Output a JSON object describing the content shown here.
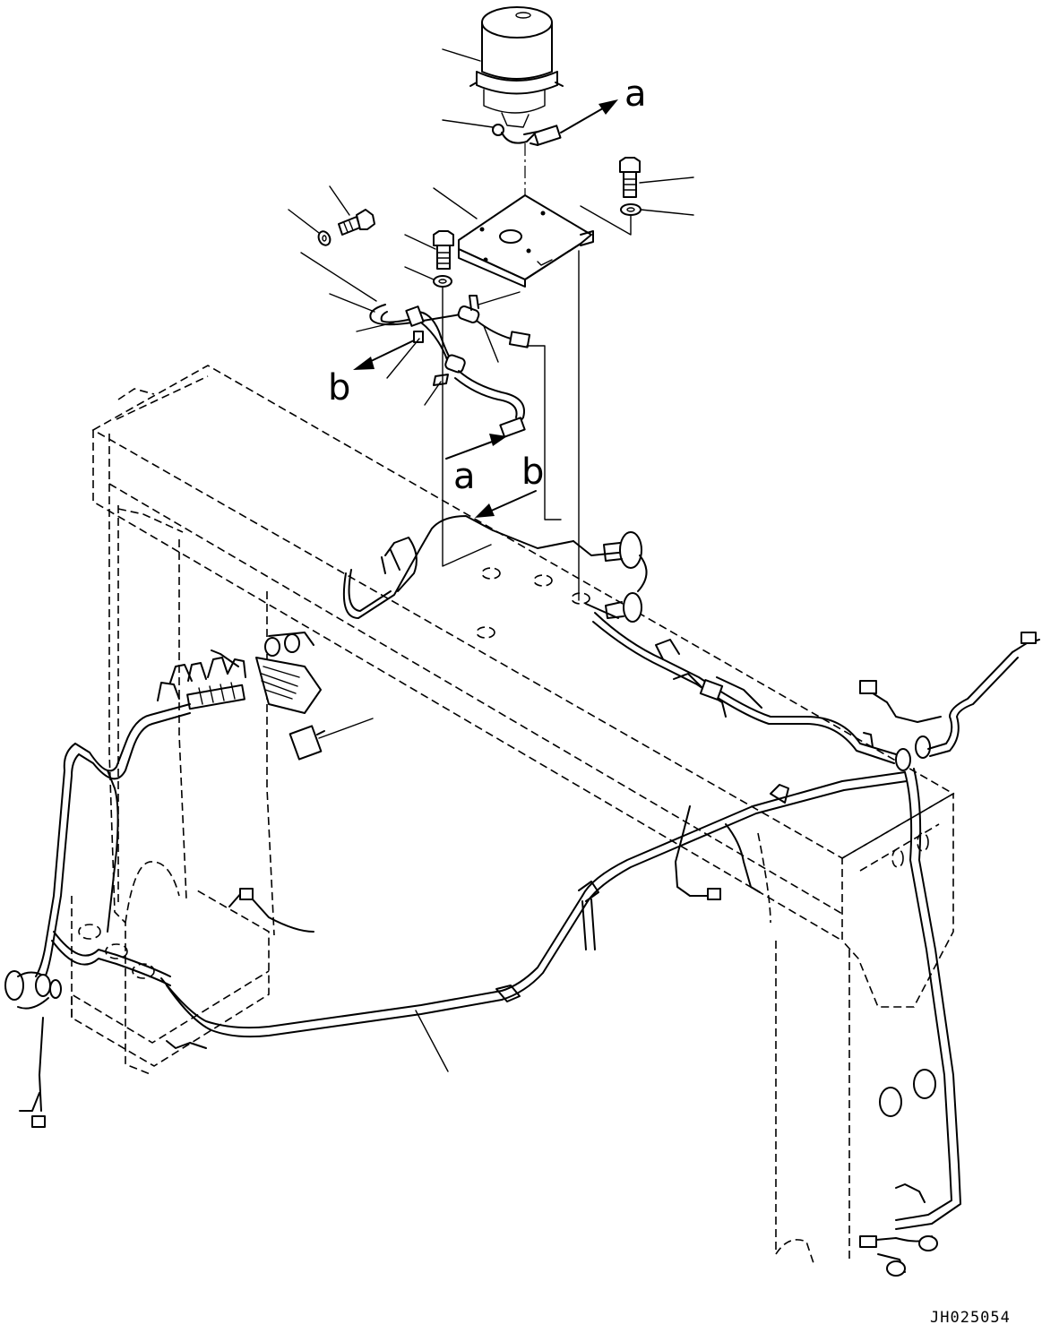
{
  "drawing": {
    "callout_a_top": "a",
    "callout_a_bottom": "a",
    "callout_b_left": "b",
    "callout_b_right": "b",
    "drawing_code": "JH025054"
  },
  "colors": {
    "ink": "#000000",
    "paper": "#ffffff"
  }
}
